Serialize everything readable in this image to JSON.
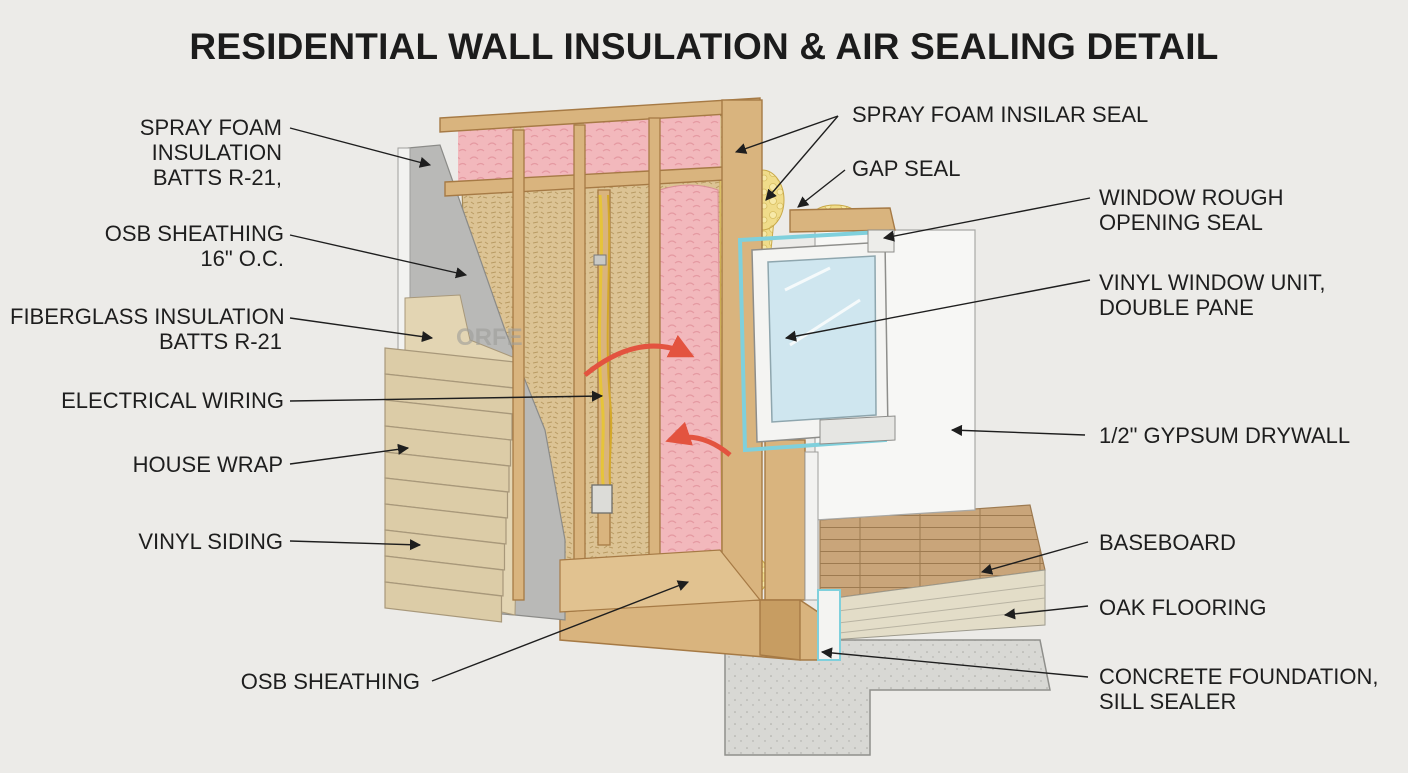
{
  "title": "RESIDENTIAL WALL INSULATION & AIR SEALING DETAIL",
  "wall_stamp": "ORFE",
  "labels_left": [
    {
      "id": "spray-foam-insulation",
      "lines": [
        "SPRAY FOAM",
        "INSULATION",
        "BATTS R-21,"
      ]
    },
    {
      "id": "osb-sheathing-top",
      "lines": [
        "OSB SHEATHING",
        "16\" O.C."
      ]
    },
    {
      "id": "fiberglass-insulation",
      "lines": [
        "FIBERGLASS INSULATION",
        "BATTS R-21"
      ]
    },
    {
      "id": "electrical-wiring",
      "lines": [
        "ELECTRICAL WIRING"
      ]
    },
    {
      "id": "house-wrap",
      "lines": [
        "HOUSE WRAP"
      ]
    },
    {
      "id": "vinyl-siding",
      "lines": [
        "VINYL SIDING"
      ]
    },
    {
      "id": "osb-sheathing-bottom",
      "lines": [
        "OSB SHEATHING"
      ]
    }
  ],
  "labels_right": [
    {
      "id": "spray-foam-insilar-seal",
      "lines": [
        "SPRAY FOAM INSILAR SEAL"
      ]
    },
    {
      "id": "gap-seal",
      "lines": [
        "GAP SEAL"
      ]
    },
    {
      "id": "window-rough-opening-seal",
      "lines": [
        "WINDOW ROUGH",
        "OPENING SEAL"
      ]
    },
    {
      "id": "vinyl-window-unit",
      "lines": [
        "VINYL WINDOW UNIT,",
        "DOUBLE PANE"
      ]
    },
    {
      "id": "gypsum-drywall",
      "lines": [
        "1/2\" GYPSUM DRYWALL"
      ]
    },
    {
      "id": "baseboard",
      "lines": [
        "BASEBOARD"
      ]
    },
    {
      "id": "oak-flooring",
      "lines": [
        "OAK FLOORING"
      ]
    },
    {
      "id": "concrete-foundation",
      "lines": [
        "CONCRETE FOUNDATION,",
        "SILL SEALER"
      ]
    }
  ],
  "colors": {
    "background": "#ecebe8",
    "lumber": "#d9b47e",
    "lumber_dark": "#a67a45",
    "insulation_pink": "#f2b8bc",
    "spray_foam": "#f0dc8a",
    "osb": "#dcc394",
    "house_wrap": "#b9b9b7",
    "siding": "#dccca7",
    "glass": "#cfe6ef",
    "window_frame": "#f4f4f2",
    "seal_blue": "#7fd0dc",
    "concrete": "#d8d8d4",
    "heat_arrow": "#e3533f",
    "wiring": "#e6c43a",
    "text": "#1e1e1e"
  }
}
